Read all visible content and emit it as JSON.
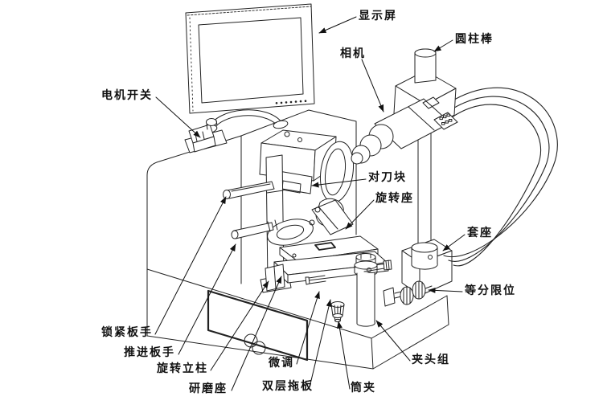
{
  "meta": {
    "type": "annotated-technical-diagram",
    "subject": "grinding machine with vision system",
    "background": "#ffffff",
    "line_color": "#222222",
    "text_color": "#111111"
  },
  "labels": {
    "display": {
      "text": "显示屏"
    },
    "cylindrical_rod": {
      "text": "圆柱棒"
    },
    "camera": {
      "text": "相机"
    },
    "motor_switch": {
      "text": "电机开关"
    },
    "tool_block": {
      "text": "对刀块"
    },
    "rotary_seat": {
      "text": "旋转座"
    },
    "sleeve_seat": {
      "text": "套座"
    },
    "indexing_limit": {
      "text": "等分限位"
    },
    "locking_wrench": {
      "text": "锁紧板手"
    },
    "push_wrench": {
      "text": "推进板手"
    },
    "rotating_column": {
      "text": "旋转立柱"
    },
    "grinding_seat": {
      "text": "研磨座"
    },
    "fine_adjust": {
      "text": "微调"
    },
    "double_slide": {
      "text": "双层拖板"
    },
    "collet": {
      "text": "筒夹"
    },
    "chuck_group": {
      "text": "夹头组"
    }
  }
}
